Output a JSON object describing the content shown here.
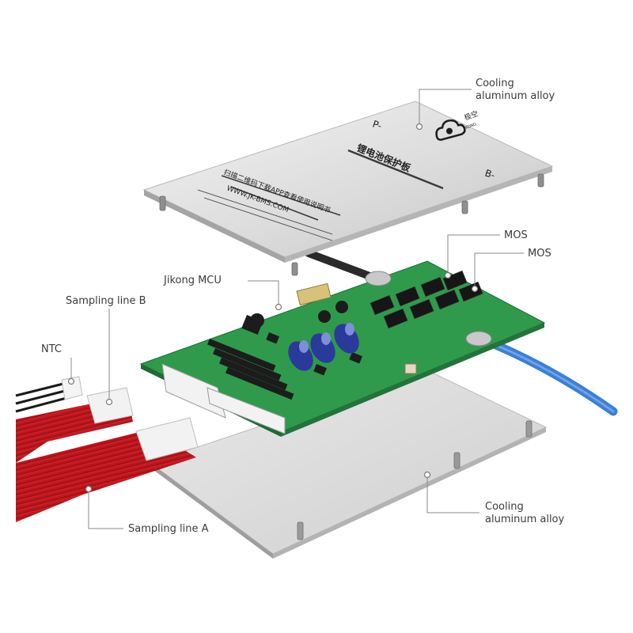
{
  "labels": {
    "cooling_top": [
      "Cooling",
      "aluminum alloy"
    ],
    "cooling_bottom": [
      "Cooling",
      "aluminum alloy"
    ],
    "mos_1": "MOS",
    "mos_2": "MOS",
    "mcu": "Jikong MCU",
    "sampling_b": "Sampling line B",
    "ntc": "NTC",
    "sampling_a": "Sampling line A"
  },
  "top_plate": {
    "pin_p_minus": "P-",
    "pin_b_minus": "B-",
    "brand": "极空",
    "brand_sub": "JIKONG",
    "title_cn": "锂电池保护板",
    "scan_cn": "扫描二维码下载APP查看使用说明书",
    "url": "WWW.JK-BMS.COM"
  },
  "colors": {
    "pcb": "#2f9a4c",
    "aluminum": "#dcdcdc",
    "red_cable": "#c8181e",
    "blue_cable": "#3c7fd6",
    "capacitor": "#2a3a9a",
    "leader_line": "#8a8a8a"
  }
}
